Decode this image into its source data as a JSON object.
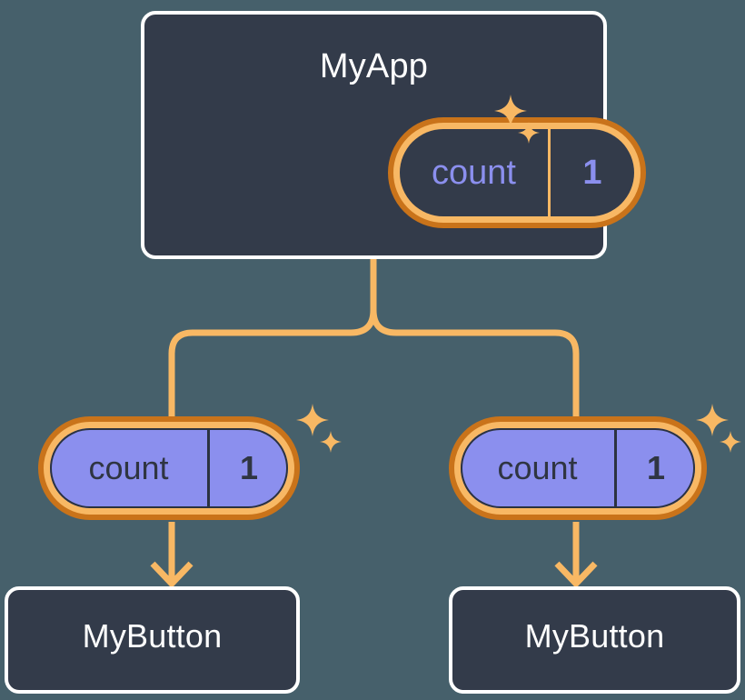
{
  "diagram": {
    "title": "React component tree with shared count state",
    "background_color": "#46606b"
  },
  "colors": {
    "background": "#46606b",
    "box_fill": "#333b4a",
    "box_border": "#ffffff",
    "ring_outer": "#c9731a",
    "ring_inner": "#f8b864",
    "connector": "#f8b864",
    "state_text_on_dark": "#8b8fee",
    "pill_fill_purple": "#8b8fee",
    "state_text_on_purple": "#2f3542",
    "sparkle": "#f8b864"
  },
  "nodes": {
    "root": {
      "label": "MyApp",
      "state": {
        "key": "count",
        "value": "1"
      }
    },
    "children": [
      {
        "label": "MyButton",
        "state": {
          "key": "count",
          "value": "1"
        }
      },
      {
        "label": "MyButton",
        "state": {
          "key": "count",
          "value": "1"
        }
      }
    ]
  },
  "icons": {
    "sparkle_large": "sparkle-icon",
    "sparkle_small": "sparkle-icon",
    "arrow": "arrow-down-icon",
    "connector": "tree-connector"
  }
}
